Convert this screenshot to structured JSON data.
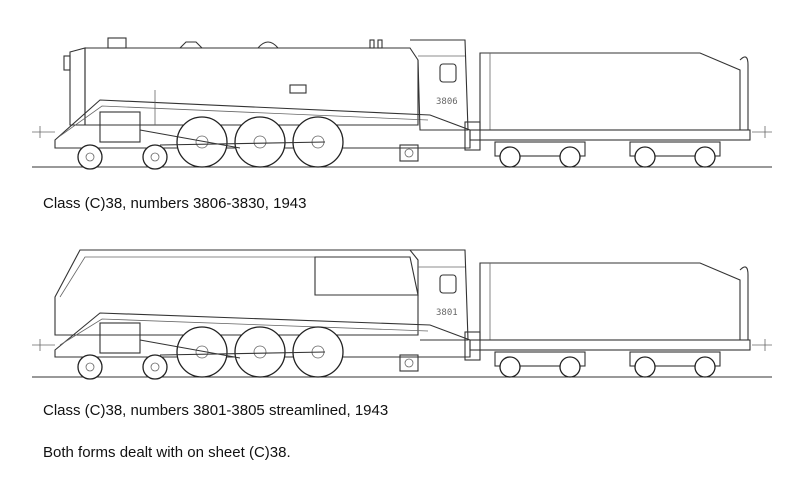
{
  "locomotives": [
    {
      "number_plate": "3806",
      "caption": "Class (C)38, numbers 3806-3830, 1943"
    },
    {
      "number_plate": "3801",
      "caption": "Class (C)38, numbers 3801-3805 streamlined, 1943"
    }
  ],
  "note": "Both forms dealt with on sheet (C)38."
}
